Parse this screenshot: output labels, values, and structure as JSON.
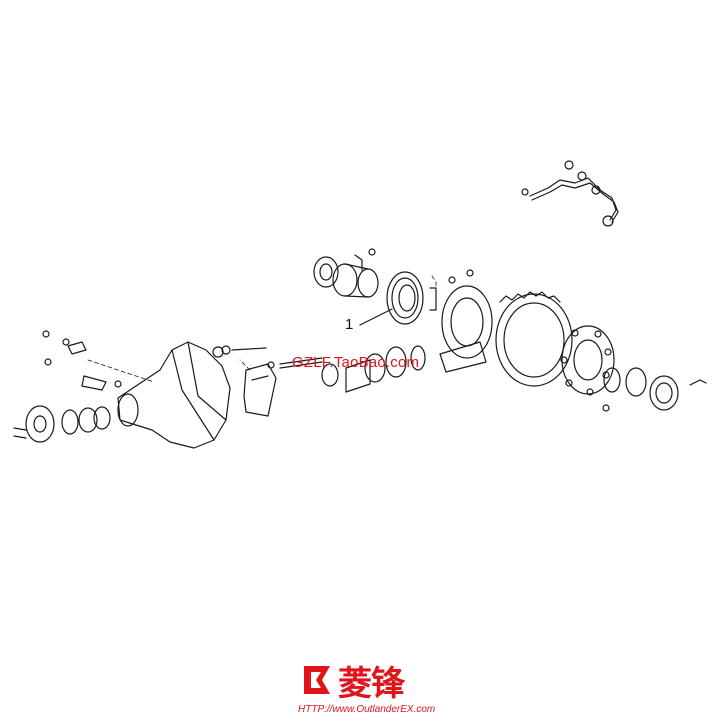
{
  "diagram": {
    "callout": "1",
    "watermark": "GZLF.TaoBao.com"
  },
  "logo": {
    "text": "菱锋",
    "url": "HTTP://www.OutlanderEX.com"
  },
  "colors": {
    "line": "#1a1a1a",
    "highlight": "#e1131b",
    "background": "#ffffff"
  }
}
